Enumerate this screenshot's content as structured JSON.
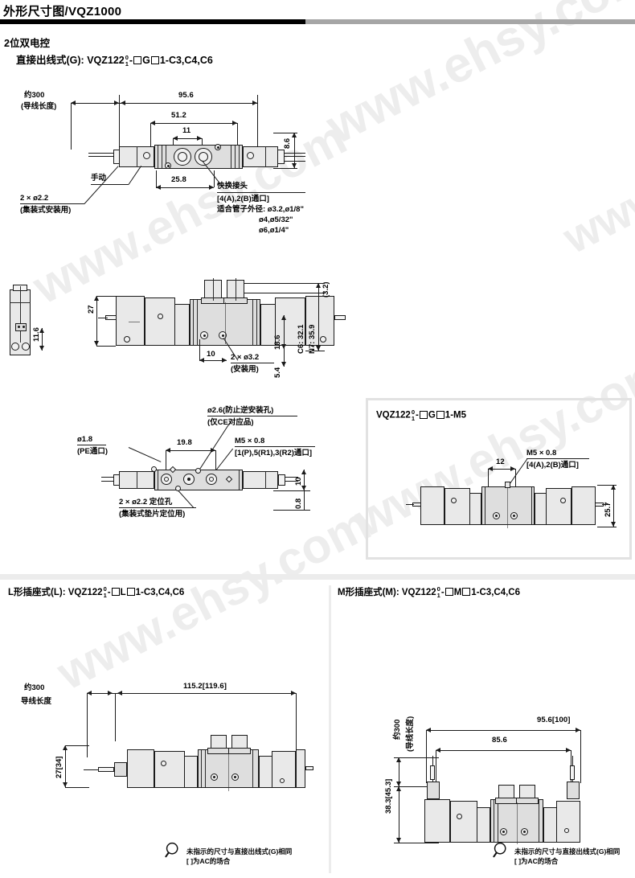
{
  "header": {
    "title_cn": "外形尺寸图",
    "title_sep": "/",
    "title_model": "VQZ1000",
    "section_label": "2位双电控"
  },
  "sections": {
    "g_type": {
      "label_prefix": "直接出线式(G): ",
      "model_base": "VQZ122",
      "sup": "0",
      "sub": "1",
      "model_tail_a": "-",
      "mid": "G",
      "model_tail_b": "1-C3,C4,C6"
    },
    "m5_type": {
      "model_base": "VQZ122",
      "sup": "0",
      "sub": "1",
      "model_tail_a": "-",
      "mid": "G",
      "model_tail_b": "1-M5"
    },
    "l_type": {
      "label_prefix": "L形插座式(L): ",
      "model_base": "VQZ122",
      "sup": "0",
      "sub": "1",
      "model_tail_a": "-",
      "mid": "L",
      "model_tail_b": "1-C3,C4,C6"
    },
    "m_type": {
      "label_prefix": "M形插座式(M): ",
      "model_base": "VQZ122",
      "sup": "0",
      "sub": "1",
      "model_tail_a": "-",
      "mid": "M",
      "model_tail_b": "1-C3,C4,C6"
    }
  },
  "view_top": {
    "dim_lead_len": "约300",
    "dim_lead_len_note": "(导线长度)",
    "dim_956": "95.6",
    "dim_512": "51.2",
    "dim_11": "11",
    "dim_86": "8.6",
    "dim_258": "25.8",
    "note_manual": "手动",
    "note_mount_hole": "2 × ø2.2",
    "note_mount_hole_sub": "(集装式安装用)",
    "note_fitting": "快换接头",
    "note_fitting_l1": "[4(A),2(B)通口]",
    "note_fitting_l2": "适合管子外径: ø3.2,ø1/8\"",
    "note_fitting_l3": "ø4,ø5/32\"",
    "note_fitting_l4": "ø6,ø1/4\""
  },
  "view_front": {
    "dim_116": "11.6",
    "dim_27": "27",
    "dim_10": "10",
    "dim_186": "18.6",
    "dim_54": "5.4",
    "dim_32": "(3.2)",
    "dim_c6": "C6: 32.1",
    "dim_n7": "N7: 35.9",
    "note_mount": "2 × ø3.2",
    "note_mount_sub": "(安装用)"
  },
  "view_bottom": {
    "note_pe": "ø1.8",
    "note_pe_sub": "(PE通口)",
    "dim_198": "19.8",
    "note_anti": "ø2.6(防止逆安装孔)",
    "note_anti_sub": "(仅CE对应品)",
    "note_m5": "M5 × 0.8",
    "note_m5_sub": "[1(P),5(R1),3(R2)通口]",
    "note_locate": "2 × ø2.2 定位孔",
    "note_locate_sub": "(集装式垫片定位用)",
    "dim_10": "10",
    "dim_08": "0.8"
  },
  "view_m5": {
    "dim_12": "12",
    "note_m5": "M5 × 0.8",
    "note_m5_sub": "[4(A),2(B)通口]",
    "dim_257": "25.7"
  },
  "view_l": {
    "dim_lead_len": "约300",
    "dim_lead_len_note": "导线长度",
    "dim_1152": "115.2[119.6]",
    "dim_27": "27[34]"
  },
  "view_m": {
    "dim_lead_len": "约300",
    "dim_lead_len_note": "(导线长度)",
    "dim_956": "95.6[100]",
    "dim_856": "85.6",
    "dim_383": "38.3[45.3]"
  },
  "footnote": {
    "line1": "未指示的尺寸与直接出线式(G)相同",
    "line2": "[   ]为AC的场合"
  },
  "watermark": {
    "text": "www.ehsy.com"
  },
  "colors": {
    "rule_black": "#000000",
    "rule_gray": "#a6a6a6",
    "divider": "#ececec",
    "body_fill": "#e9e9e9",
    "line": "#1a1a1a",
    "watermark": "#ededed"
  }
}
